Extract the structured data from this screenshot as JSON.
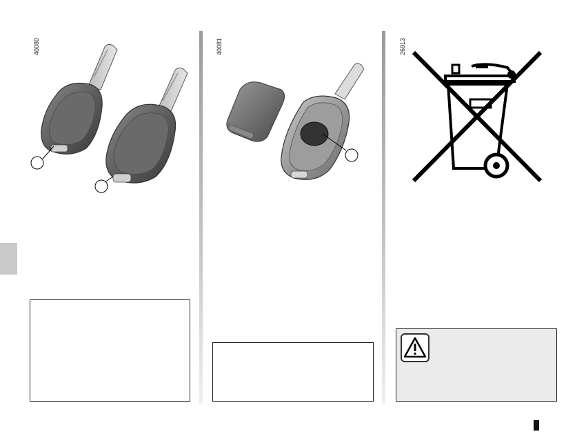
{
  "figures": {
    "left": {
      "code": "40080"
    },
    "middle": {
      "code": "40081"
    },
    "right": {
      "code": "26913"
    }
  },
  "icons": {
    "warning": "warning-triangle-icon",
    "disposal": "crossed-out-wheelie-bin-icon"
  },
  "colors": {
    "divider": "#b5b5b5",
    "side_tab": "#c9c9c9",
    "warning_box_bg": "#ebebeb"
  }
}
